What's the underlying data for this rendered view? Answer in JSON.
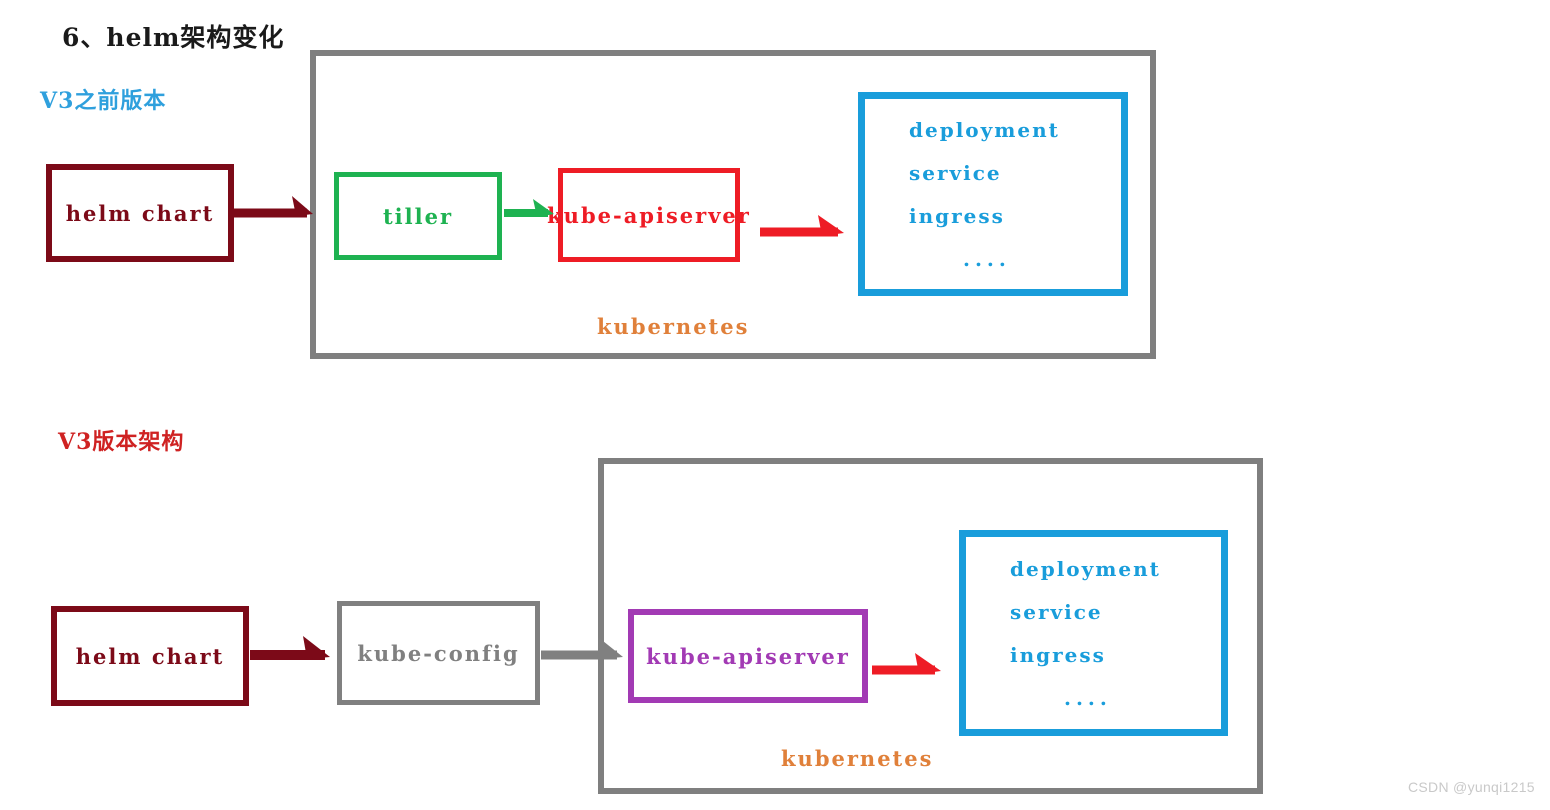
{
  "page": {
    "title": "6、helm架构变化",
    "watermark": "CSDN @yunqi1215"
  },
  "sections": [
    {
      "id": "v2",
      "label": "V3之前版本",
      "label_color": "#2fa0dd",
      "container_caption": "kubernetes",
      "container_color": "#7f7f7f",
      "nodes": {
        "helm_chart": {
          "label": "helm chart",
          "color": "#7c0a18"
        },
        "tiller": {
          "label": "tiller",
          "color": "#1eb251"
        },
        "apiserver": {
          "label": "kube-apiserver",
          "color": "#ee1c25"
        },
        "resources": {
          "color": "#199ddb",
          "items": [
            "deployment",
            "service",
            "ingress",
            "...."
          ]
        }
      },
      "arrows": [
        {
          "from": "helm_chart",
          "to": "tiller",
          "color": "#7c0a18"
        },
        {
          "from": "tiller",
          "to": "apiserver",
          "color": "#1eb251"
        },
        {
          "from": "apiserver",
          "to": "resources",
          "color": "#ee1c25"
        }
      ]
    },
    {
      "id": "v3",
      "label": "V3版本架构",
      "label_color": "#cf2222",
      "container_caption": "kubernetes",
      "container_color": "#7f7f7f",
      "nodes": {
        "helm_chart": {
          "label": "helm chart",
          "color": "#7c0a18"
        },
        "kube_config": {
          "label": "kube-config",
          "color": "#808080"
        },
        "apiserver": {
          "label": "kube-apiserver",
          "color": "#a23ab4"
        },
        "resources": {
          "color": "#199ddb",
          "items": [
            "deployment",
            "service",
            "ingress",
            "...."
          ]
        }
      },
      "arrows": [
        {
          "from": "helm_chart",
          "to": "kube_config",
          "color": "#7c0a18"
        },
        {
          "from": "kube_config",
          "to": "apiserver",
          "color": "#808080"
        },
        {
          "from": "apiserver",
          "to": "resources",
          "color": "#ee1c25"
        }
      ]
    }
  ]
}
